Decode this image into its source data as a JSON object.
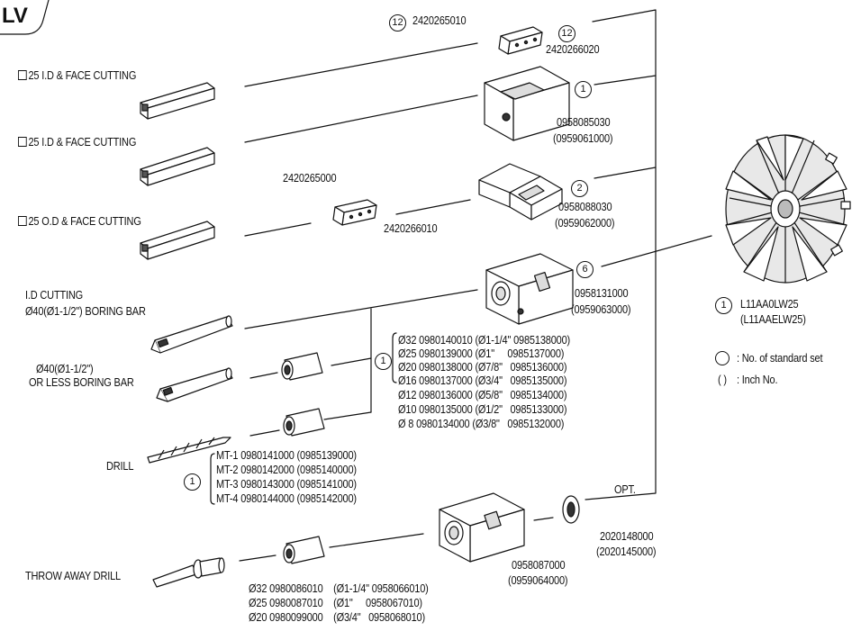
{
  "header": {
    "badge": "LV"
  },
  "tools": {
    "id_face_1": "25 I.D & FACE CUTTING",
    "id_face_2": "25 I.D & FACE CUTTING",
    "od_face": "25 O.D & FACE CUTTING",
    "id_cutting_1": "I.D CUTTING",
    "id_cutting_2": "Ø40(Ø1-1/2\") BORING BAR",
    "boring_1": "Ø40(Ø1-1/2\")",
    "boring_2": "OR LESS BORING BAR",
    "drill": "DRILL",
    "throw_away": "THROW AWAY DRILL"
  },
  "parts": {
    "p12_num": "12",
    "p12_top": "2420265010",
    "p12_right": "2420266020",
    "p1_num": "1",
    "p1_code": "0958085030",
    "p1_inch": "(0959061000)",
    "p2_mid_top": "2420265000",
    "p2_mid_bot": "2420266010",
    "p2_num": "2",
    "p2_code": "0958088030",
    "p2_inch": "(0959062000)",
    "p6_num": "6",
    "p6_code": "0958131000",
    "p6_inch": "(0959063000)",
    "sleeve_num": "1",
    "sleeve_rows": [
      "Ø32 0980140010 (Ø1-1/4\" 0985138000)",
      "Ø25 0980139000 (Ø1\"     0985137000)",
      "Ø20 0980138000 (Ø7/8\"   0985136000)",
      "Ø16 0980137000 (Ø3/4\"   0985135000)",
      "Ø12 0980136000 (Ø5/8\"   0985134000)",
      "Ø10 0980135000 (Ø1/2\"   0985133000)",
      "Ø 8 0980134000 (Ø3/8\"   0985132000)"
    ],
    "mt_num": "1",
    "mt_rows": [
      "MT-1 0980141000 (0985139000)",
      "MT-2 0980142000 (0985140000)",
      "MT-3 0980143000 (0985141000)",
      "MT-4 0980144000 (0985142000)"
    ],
    "opt": "OPT.",
    "washer_code": "2020148000",
    "washer_inch": "(2020145000)",
    "holder_code": "0958087000",
    "holder_inch": "(0959064000)",
    "td_rows": [
      "Ø32 0980086010    (Ø1-1/4\" 0958066010)",
      "Ø25 0980087010    (Ø1\"     0958067010)",
      "Ø20 0980099000    (Ø3/4\"   0958068010)"
    ]
  },
  "turret": {
    "num": "1",
    "code": "L11AA0LW25",
    "inch": "(L11AAELW25)"
  },
  "legend": {
    "standard_set": ": No. of standard set",
    "paren_symbol": "( )",
    "inch_no": ": Inch No."
  }
}
